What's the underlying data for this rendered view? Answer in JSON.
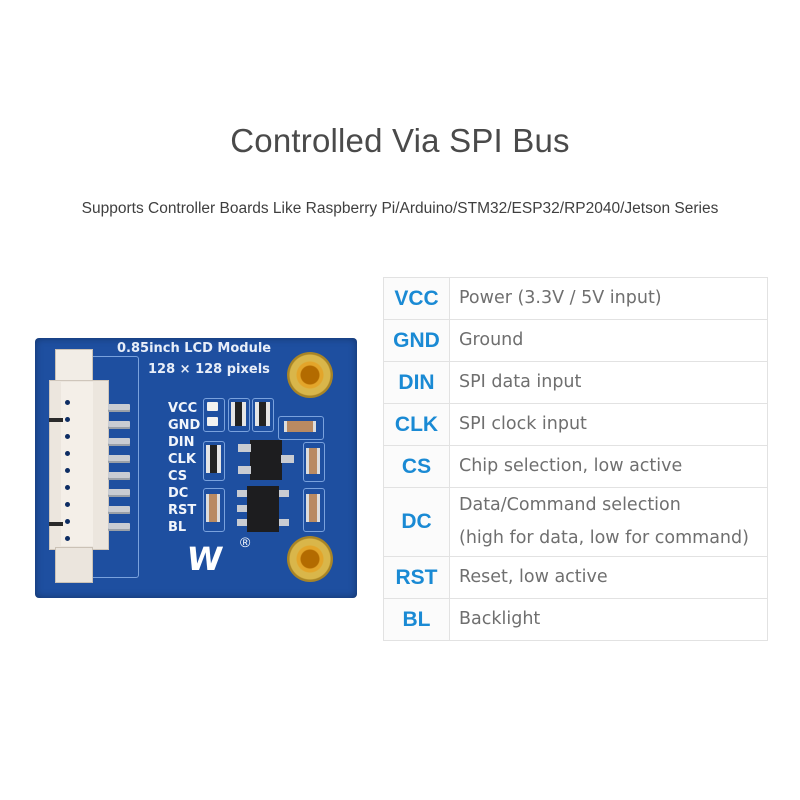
{
  "header": {
    "title": "Controlled Via SPI Bus",
    "subtitle": "Supports Controller Boards Like Raspberry Pi/Arduino/STM32/ESP32/RP2040/Jetson Series"
  },
  "board": {
    "title": "0.85inch LCD Module",
    "resolution": "128 × 128 pixels",
    "pin_labels": [
      "VCC",
      "GND",
      "DIN",
      "CLK",
      "CS",
      "DC",
      "RST",
      "BL"
    ],
    "logo": "W",
    "registered_mark": "®",
    "colors": {
      "pcb": "#1e4fa0",
      "silkscreen": "#f1f5fb",
      "gold": "#d9b64a"
    }
  },
  "pin_table": {
    "accent_color": "#1a8ad4",
    "rows": [
      {
        "pin": "VCC",
        "description": "Power (3.3V / 5V input)"
      },
      {
        "pin": "GND",
        "description": "Ground"
      },
      {
        "pin": "DIN",
        "description": "SPI data input"
      },
      {
        "pin": "CLK",
        "description": "SPI clock input"
      },
      {
        "pin": "CS",
        "description": "Chip selection, low active"
      },
      {
        "pin": "DC",
        "description": "Data/Command selection",
        "description_line2": "(high for data, low for command)"
      },
      {
        "pin": "RST",
        "description": "Reset, low active"
      },
      {
        "pin": "BL",
        "description": "Backlight"
      }
    ]
  }
}
